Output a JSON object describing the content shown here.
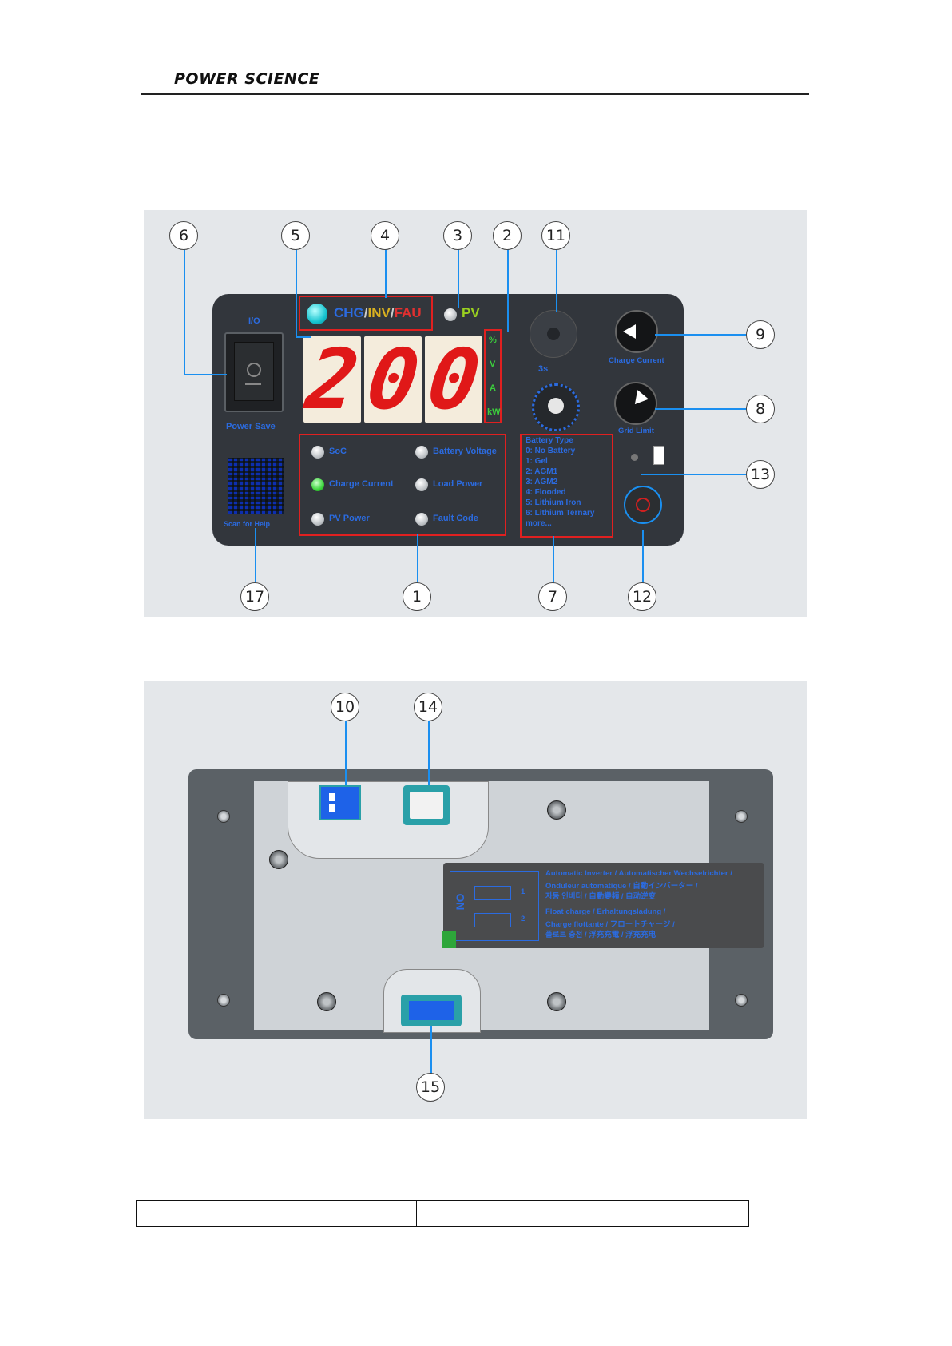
{
  "header": {
    "brand": "POWER SCIENCE"
  },
  "front": {
    "callouts": [
      "6",
      "5",
      "4",
      "3",
      "2",
      "11",
      "9",
      "8",
      "13",
      "17",
      "1",
      "7",
      "12"
    ],
    "switch_top_label": "I/O",
    "switch_bottom_label": "Power Save",
    "qr_label": "Scan for Help",
    "mode": {
      "chg": "CHG",
      "inv": "INV",
      "fau": "FAU",
      "sep1": "/",
      "sep2": "/"
    },
    "pv_label": "PV",
    "display_digits": [
      "2",
      "0",
      "0"
    ],
    "units": [
      "%",
      "V",
      "A",
      "kW"
    ],
    "indicators": [
      "SoC",
      "Battery Voltage",
      "Charge Current",
      "Load Power",
      "PV Power",
      "Fault Code"
    ],
    "battery_type": [
      "Battery Type",
      "0: No Battery",
      "1: Gel",
      "2: AGM1",
      "3: AGM2",
      "4: Flooded",
      "5: Lithium Iron",
      "6: Lithium Ternary",
      "more..."
    ],
    "dial9_label": "Charge Current",
    "dial8_label": "Grid Limit",
    "dial11_label": "3s"
  },
  "rear": {
    "callouts": [
      "10",
      "14",
      "15"
    ],
    "label": {
      "dip_on": "ON",
      "dip_1": "1",
      "dip_2": "2",
      "line1": "Automatic Inverter / Automatischer Wechselrichter /",
      "line2": "Onduleur automatique / 自動インバーター /",
      "line3": "자동 인버터 / 自動變頻 / 自动逆变",
      "line4": "Float charge / Erhaltungsladung /",
      "line5": "Charge flottante / フロートチャージ /",
      "line6": "플로트 충전 / 浮充充電 / 浮充充电"
    }
  },
  "colors": {
    "callout_leader": "#1a8ff0",
    "highlight_box": "#e02020",
    "panel": "#32363c",
    "display_red": "#e01818"
  }
}
